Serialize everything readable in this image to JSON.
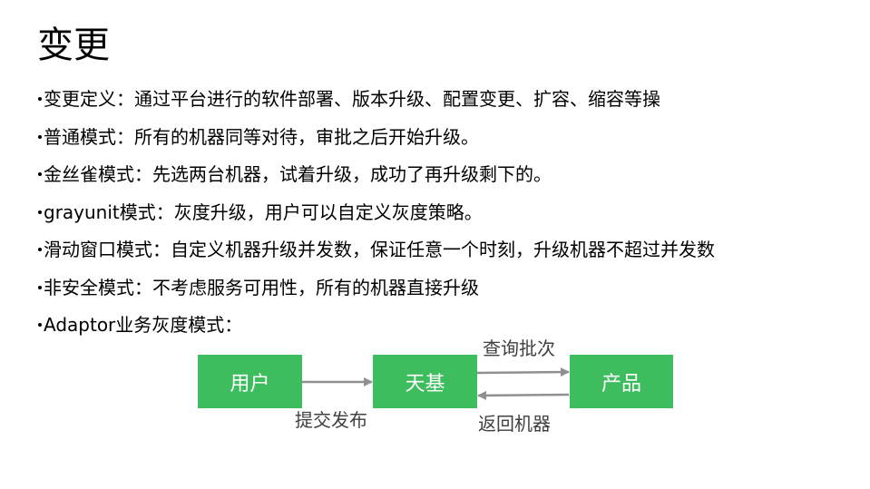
{
  "slide": {
    "title": "变更",
    "bullet_glyph": "•",
    "bullets": [
      {
        "label": "变更定义：",
        "text": "通过平台进行的软件部署、版本升级、配置变更、扩容、缩容等操"
      },
      {
        "label": "普通模式：",
        "text": "所有的机器同等对待，审批之后开始升级。"
      },
      {
        "label": "金丝雀模式：",
        "text": "先选两台机器，试着升级，成功了再升级剩下的。"
      },
      {
        "label": "grayunit模式：",
        "text": "灰度升级，用户可以自定义灰度策略。"
      },
      {
        "label": "滑动窗口模式：",
        "text": "自定义机器升级并发数，保证任意一个时刻，升级机器不超过并发数"
      },
      {
        "label": "非安全模式：",
        "text": "不考虑服务可用性，所有的机器直接升级"
      },
      {
        "label": "Adaptor业务灰度模式：",
        "text": ""
      }
    ]
  },
  "diagram": {
    "node_color": "#3dbd5d",
    "arrow_color": "#909090",
    "label_color": "#404040",
    "nodes": [
      {
        "id": "user",
        "label": "用户"
      },
      {
        "id": "tianji",
        "label": "天基"
      },
      {
        "id": "product",
        "label": "产品"
      }
    ],
    "edges": [
      {
        "from": "用户",
        "to": "天基",
        "label": "提交发布"
      },
      {
        "from": "天基",
        "to": "产品",
        "label": "查询批次"
      },
      {
        "from": "产品",
        "to": "天基",
        "label": "返回机器"
      }
    ]
  }
}
